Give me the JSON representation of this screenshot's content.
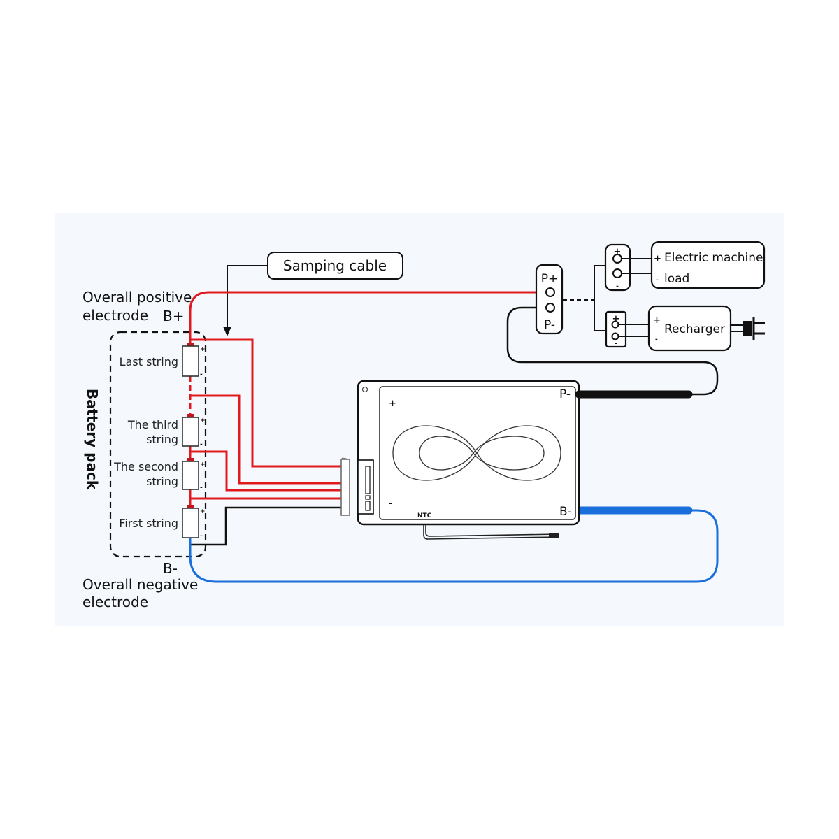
{
  "diagram": {
    "sampling_cable_label": "Samping cable",
    "overall_positive": {
      "line1": "Overall positive",
      "line2": "electrode",
      "terminal": "B+"
    },
    "overall_negative": {
      "terminal": "B-",
      "line1": "Overall negative",
      "line2": "electrode"
    },
    "battery_pack_label": "Battery pack",
    "cells": [
      {
        "label_line1": "Last string",
        "label_line2": "",
        "plus": "+",
        "minus": "-"
      },
      {
        "label_line1": "The third",
        "label_line2": "string",
        "plus": "+",
        "minus": "-"
      },
      {
        "label_line1": "The second",
        "label_line2": "string",
        "plus": "+",
        "minus": "-"
      },
      {
        "label_line1": "First string",
        "label_line2": "",
        "plus": "+",
        "minus": "-"
      }
    ],
    "output_port": {
      "plus": "P+",
      "minus": "P-"
    },
    "load": {
      "connector_plus": "+",
      "connector_minus": "-",
      "plus_sign": "+",
      "minus_sign": "-",
      "line1": "Electric machine",
      "line2": "load"
    },
    "charger": {
      "connector_plus": "+",
      "connector_minus": "-",
      "plus_sign": "+",
      "minus_sign": "-",
      "label": "Recharger"
    },
    "bms_board": {
      "plus": "+",
      "minus": "-",
      "p_minus": "P-",
      "b_minus": "B-",
      "ntc": "NTC",
      "logo": "infinity-logo"
    },
    "colors": {
      "positive_wire": "#e0191f",
      "negative_wire": "#1a6fdc",
      "line": "#111111",
      "background": "#f5f9fd"
    }
  }
}
